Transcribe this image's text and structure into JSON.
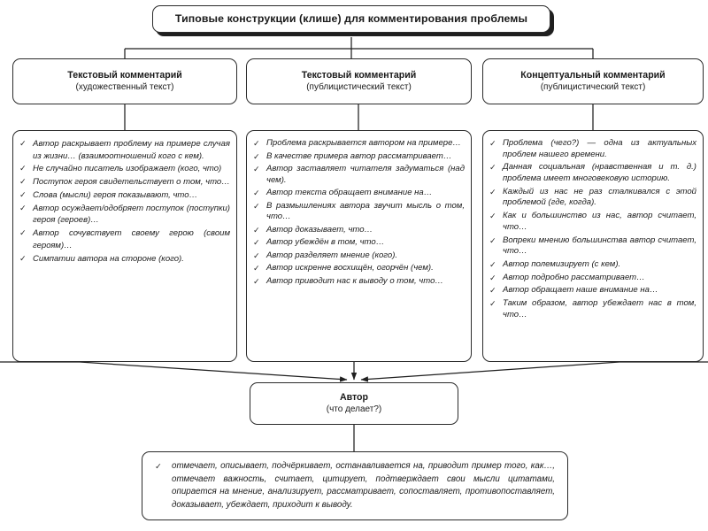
{
  "title": {
    "text": "Типовые конструкции (клише) для комментирования проблемы"
  },
  "categories": [
    {
      "title": "Текстовый комментарий",
      "subtitle": "(художественный текст)"
    },
    {
      "title": "Текстовый комментарий",
      "subtitle": "(публицистический текст)"
    },
    {
      "title": "Концептуальный комментарий",
      "subtitle": "(публицистический текст)"
    }
  ],
  "columns": [
    {
      "items": [
        "Автор раскрывает проблему на примере случая из жизни… (взаимоотношений кого с кем).",
        "Не случайно писатель изображает (кого, что)",
        "Поступок героя свидетельствует о том, что…",
        "Слова (мысли) героя показывают, что…",
        "Автор осуждает/одобряет поступок (поступки) героя (героев)…",
        "Автор сочувствует своему герою (своим героям)…",
        "Симпатии автора на стороне (кого)."
      ]
    },
    {
      "items": [
        "Проблема раскрывается автором на примере…",
        "В качестве примера автор рассматривает…",
        "Автор заставляет читателя задуматься (над чем).",
        "Автор текста обращает внимание на…",
        "В размышлениях автора звучит мысль о том, что…",
        "Автор доказывает, что…",
        "Автор убеждён в том, что…",
        "Автор разделяет мнение (кого).",
        "Автор искренне восхищён, огорчён (чем).",
        "Автор приводит нас к выводу о том, что…"
      ]
    },
    {
      "items": [
        "Проблема (чего?) — одна из актуальных проблем нашего времени.",
        "Данная социальная (нравственная и т. д.) проблема имеет многовековую историю.",
        "Каждый из нас не раз сталкивался с этой проблемой (где, когда).",
        "Как и большинство из нас, автор считает, что…",
        "Вопреки мнению большинства автор считает, что…",
        "Автор полемизирует (с кем).",
        "Автор подробно рассматривает…",
        "Автор обращает наше внимание на…",
        "Таким образом, автор убеждает нас в том, что…"
      ]
    }
  ],
  "author": {
    "title": "Автор",
    "subtitle": "(что делает?)"
  },
  "verbs": {
    "text": "отмечает, описывает, подчёркивает, останавливается на, приводит пример того, как…, отмечает важность, считает, цитирует, подтверждает свои мысли цитатами, опирается на мнение, анализирует, рассматривает, сопоставляет, противопоставляет, доказывает, убеждает, приходит к выводу."
  },
  "icons": {
    "bullet": "check-icon"
  },
  "colors": {
    "stroke": "#2b2b2b",
    "shadow": "#1f1f1f",
    "background": "#ffffff"
  }
}
